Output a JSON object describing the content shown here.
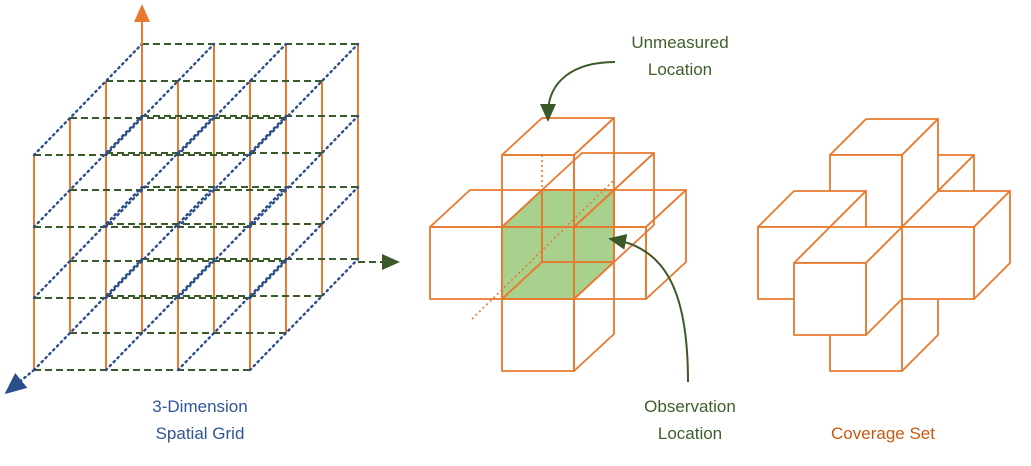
{
  "labels": {
    "grid_line1": "3-Dimension",
    "grid_line2": "Spatial Grid",
    "unmeasured_line1": "Unmeasured",
    "unmeasured_line2": "Location",
    "observation_line1": "Observation",
    "observation_line2": "Location",
    "coverage": "Coverage Set"
  },
  "colors": {
    "orange": "#e8792f",
    "dark_green": "#3b5a2a",
    "navy": "#2b4f8a",
    "fill_green": "#a9d18e",
    "text_blue": "#2f5597",
    "text_green": "#3f5f2a",
    "text_orange": "#c55a11"
  }
}
